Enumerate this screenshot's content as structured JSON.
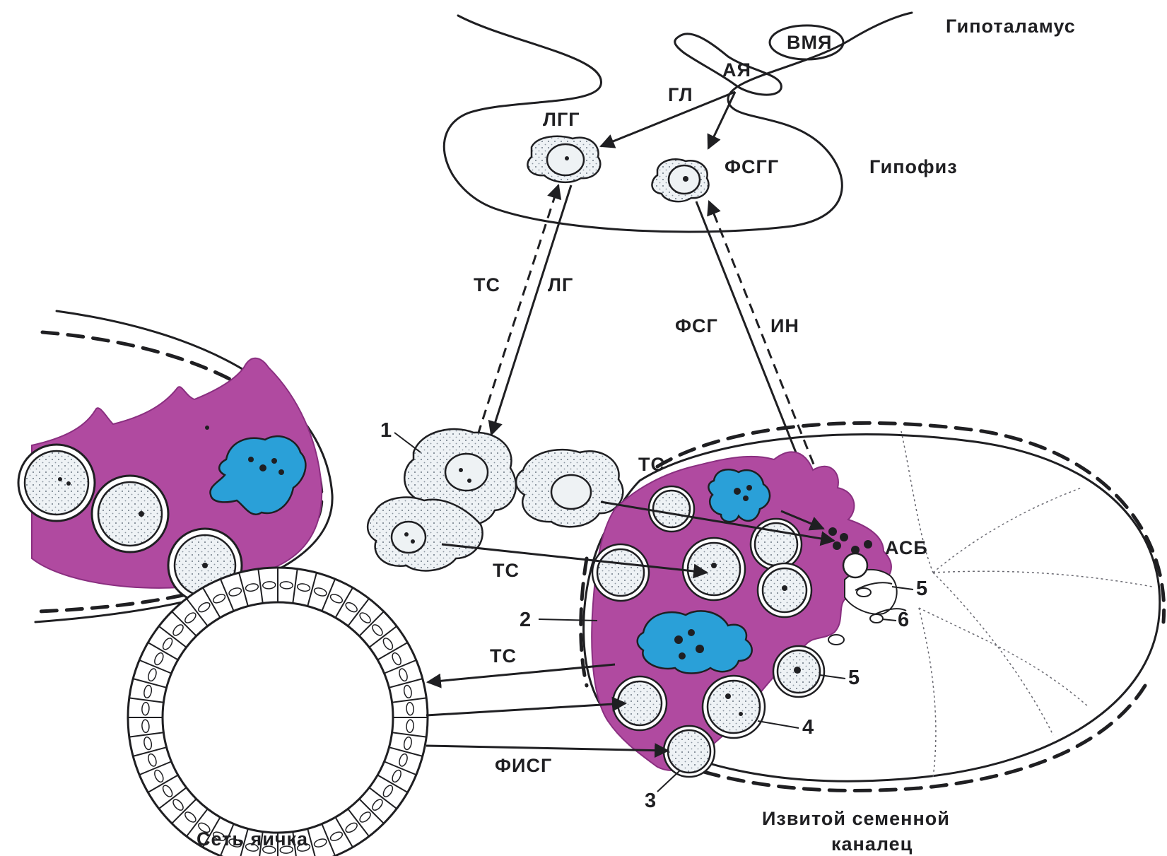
{
  "labels": {
    "hypothalamus": "Гипоталамус",
    "vmn": "ВМЯ",
    "arcuate": "АЯ",
    "pituitary": "Гипофиз",
    "gl": "ГЛ",
    "lgg": "ЛГГ",
    "fsgg": "ФСГГ",
    "ts_left": "ТС",
    "lg": "ЛГ",
    "fsg": "ФСГ",
    "inhibin": "ИН",
    "ts_leydig": "ТС",
    "ts_lower": "ТС",
    "asb": "АСБ",
    "ts_rete": "ТС",
    "fisg": "ФИСГ",
    "rete_testis": "Сеть яичка",
    "tubule_line1": "Извитой семенной",
    "tubule_line2": "каналец"
  },
  "numbers": {
    "n1": "1",
    "n2": "2",
    "n3": "3",
    "n4": "4",
    "n5a": "5",
    "n5b": "5",
    "n6": "6"
  },
  "colors": {
    "cytoplasm": "#b04aa0",
    "sertoli_nucleus": "#2aa0d8",
    "line": "#1f1f22",
    "background": "#ffffff"
  }
}
